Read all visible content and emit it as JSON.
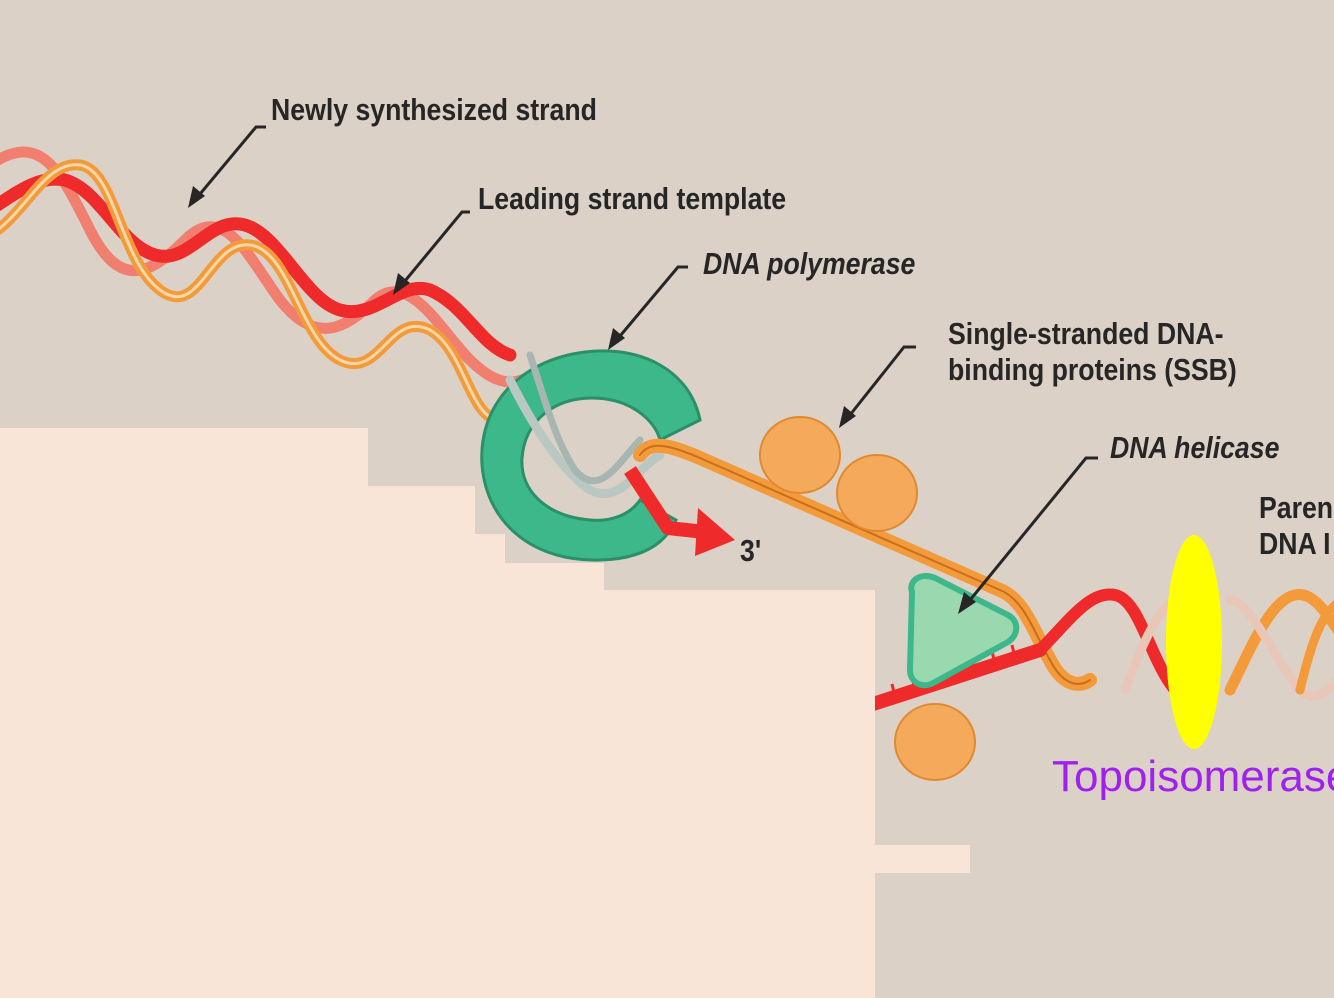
{
  "labels": {
    "newly_synthesized": "Newly synthesized strand",
    "leading_template": "Leading strand template",
    "polymerase": "DNA polymerase",
    "ssb_line1": "Single-stranded DNA-",
    "ssb_line2": "binding proteins (SSB)",
    "helicase": "DNA helicase",
    "parental_line1": "Paren",
    "parental_line2": "DNA I",
    "three_prime": "3'",
    "topoisomerase": "Topoisomerase"
  },
  "colors": {
    "background": "#dcd1c6",
    "overlay": "#f9e5d8",
    "new_strand": "#ee2a2a",
    "template_strand": "#f39a3a",
    "polymerase": "#3cb88a",
    "helicase": "#9ad9b0",
    "ssb": "#f5a95b",
    "topoisomerase_marker": "#ffff00",
    "topoisomerase_text": "#a020f0"
  },
  "icons": {
    "polymerase": "polymerase-clamp-icon",
    "helicase": "helicase-triangle-icon",
    "ssb": "ssb-protein-icon",
    "topoisomerase": "topoisomerase-ellipse-icon"
  }
}
